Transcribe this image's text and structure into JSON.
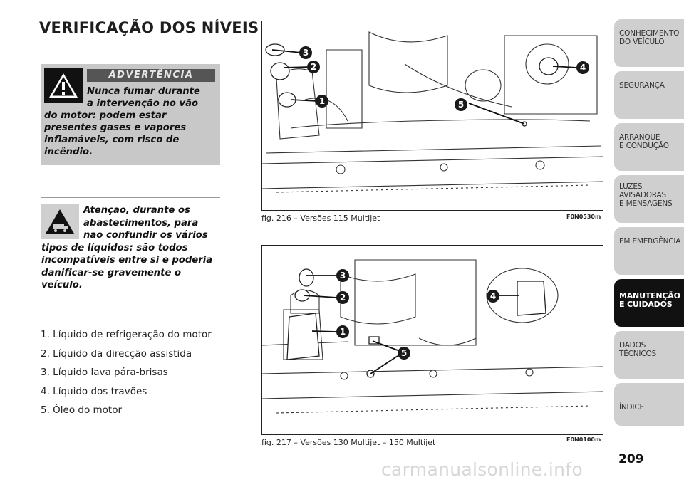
{
  "title": "VERIFICAÇÃO DOS NÍVEIS",
  "warning": {
    "header": "ADVERTÊNCIA",
    "line1": "Nunca fumar durante",
    "line2": "a intervenção no vão",
    "rest": "do motor: podem estar presentes gases e vapores inflamáveis, com risco de incêndio."
  },
  "note": {
    "line1": "Atenção, durante os",
    "line2": "abastecimentos, para",
    "line3": "não confundir os vários",
    "rest": "tipos de líquidos: são todos incompatíveis entre si e poderia danificar-se gravemente o veículo."
  },
  "list": [
    "1.  Líquido de refrigeração do motor",
    "2.  Líquido da direcção assistida",
    "3.  Líquido lava pára-brisas",
    "4.  Líquido dos travões",
    "5.  Óleo do motor"
  ],
  "figures": [
    {
      "caption": "fig. 216 – Versões 115 Multijet",
      "code": "F0N0530m",
      "callouts": [
        "1",
        "2",
        "3",
        "4",
        "5"
      ]
    },
    {
      "caption": "fig. 217 – Versões 130 Multijet – 150 Multijet",
      "code": "F0N0100m",
      "callouts": [
        "1",
        "2",
        "3",
        "4",
        "5"
      ]
    }
  ],
  "tabs": [
    "CONHECIMENTO\nDO VEÍCULO",
    "SEGURANÇA",
    "ARRANQUE\nE CONDUÇÃO",
    "LUZES\nAVISADORAS\nE MENSAGENS",
    "EM EMERGÊNCIA",
    "MANUTENÇÃO\nE CUIDADOS",
    "DADOS\nTÉCNICOS",
    "ÍNDICE"
  ],
  "active_tab": "MANUTENÇÃO E CUIDADOS",
  "page_number": "209",
  "watermark": "carmanualsonline.info"
}
